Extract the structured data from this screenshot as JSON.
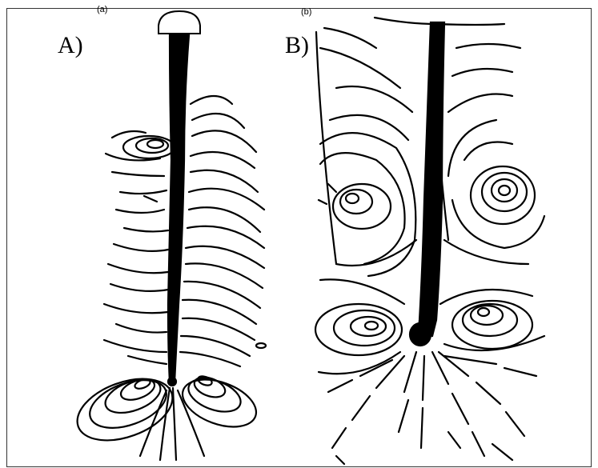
{
  "panels": [
    {
      "id": "a",
      "sub_label": "(a)",
      "label": "A)"
    },
    {
      "id": "b",
      "sub_label": "(b)",
      "label": "B)"
    }
  ]
}
